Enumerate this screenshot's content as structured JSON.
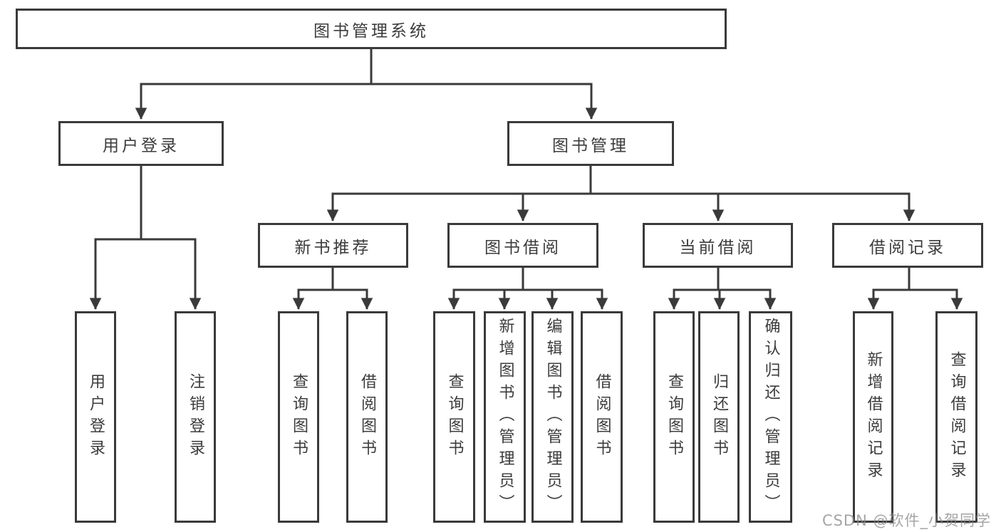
{
  "diagram": {
    "type": "hierarchy-tree",
    "title": "图书管理系统",
    "branches": [
      {
        "label": "用户登录",
        "children": [
          {
            "label": "用户登录"
          },
          {
            "label": "注销登录"
          }
        ]
      },
      {
        "label": "图书管理",
        "children": [
          {
            "label": "新书推荐",
            "children": [
              {
                "label": "查询图书"
              },
              {
                "label": "借阅图书"
              }
            ]
          },
          {
            "label": "图书借阅",
            "children": [
              {
                "label": "查询图书"
              },
              {
                "label": "新增图书（管理员）"
              },
              {
                "label": "编辑图书（管理员）"
              },
              {
                "label": "借阅图书"
              }
            ]
          },
          {
            "label": "当前借阅",
            "children": [
              {
                "label": "查询图书"
              },
              {
                "label": "归还图书"
              },
              {
                "label": "确认归还（管理员）"
              }
            ]
          },
          {
            "label": "借阅记录",
            "children": [
              {
                "label": "新增借阅记录"
              },
              {
                "label": "查询借阅记录"
              }
            ]
          }
        ]
      }
    ]
  },
  "watermark": {
    "text": "CSDN @软件_小贺同学"
  },
  "colors": {
    "line": "#3a3a3a",
    "text": "#3c3c3c",
    "background": "#ffffff",
    "watermark": "#878787"
  }
}
